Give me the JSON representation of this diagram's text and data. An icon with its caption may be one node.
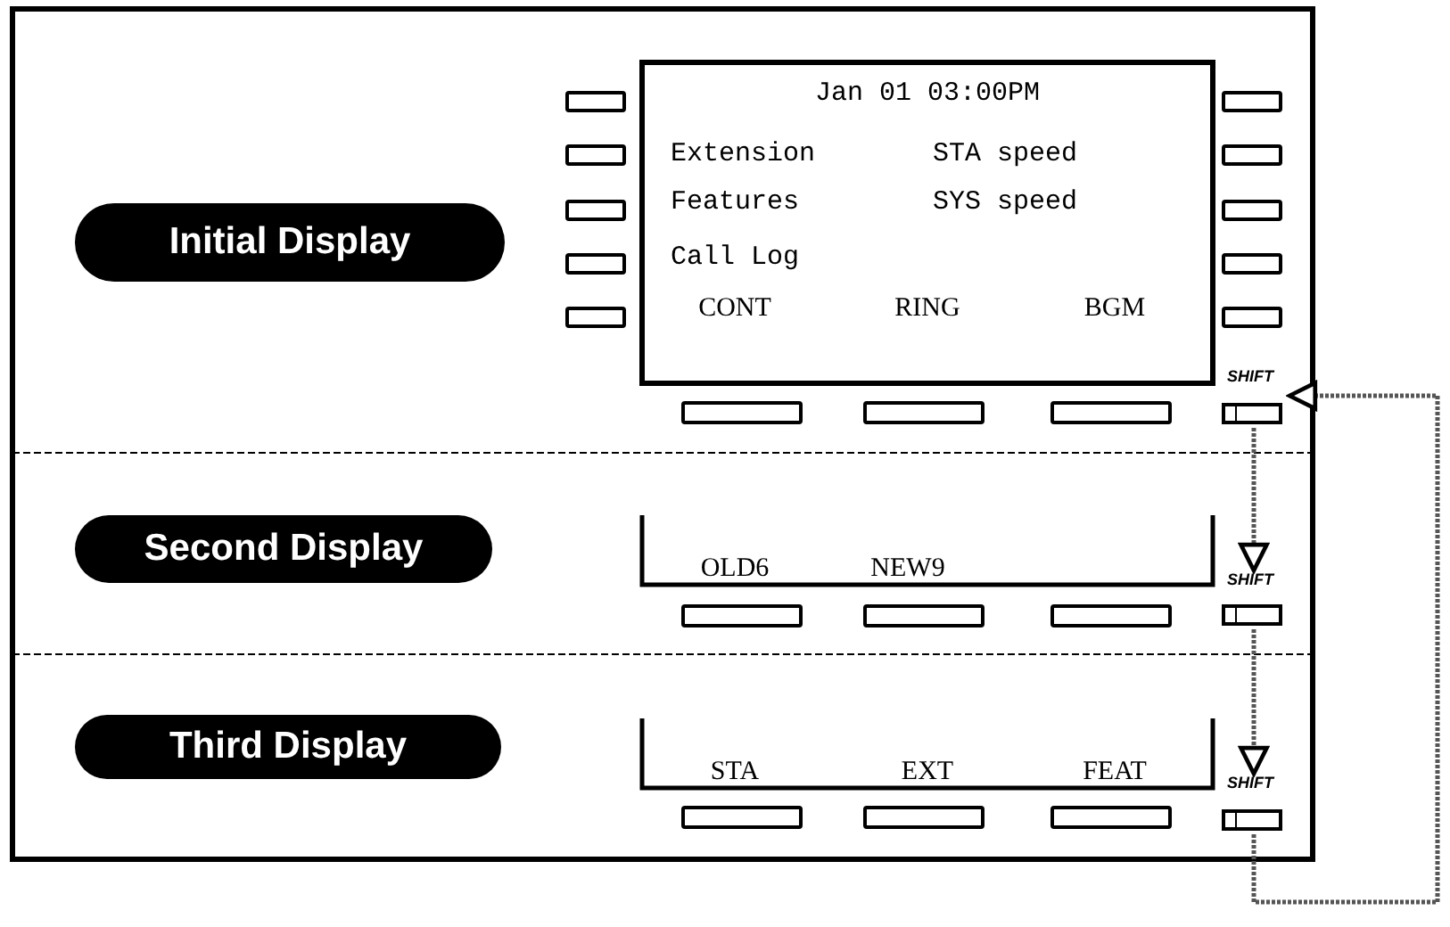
{
  "diagram": {
    "nodes": [
      {
        "text": [
          "Initial Display"
        ]
      },
      {
        "text": [
          "Second Display"
        ]
      },
      {
        "text": [
          "Third Display"
        ]
      },
      {
        "text": [
          "Jan 01 03:00PM",
          "Extension",
          "STA speed",
          "Features",
          "SYS speed",
          "Call Log",
          "CONT",
          "RING",
          "BGM"
        ]
      },
      {
        "text": [
          "OLD6",
          "NEW9"
        ]
      },
      {
        "text": [
          "STA",
          "EXT",
          "FEAT"
        ]
      },
      {
        "text": [
          "SHIFT"
        ]
      },
      {
        "text": [
          "SHIFT"
        ]
      },
      {
        "text": [
          "SHIFT"
        ]
      }
    ],
    "edges": [
      {
        "from": 6,
        "to": 7,
        "arrow": "to"
      },
      {
        "from": 7,
        "to": 8,
        "arrow": "to"
      },
      {
        "from": 8,
        "to": 6,
        "arrow": "to"
      }
    ]
  }
}
